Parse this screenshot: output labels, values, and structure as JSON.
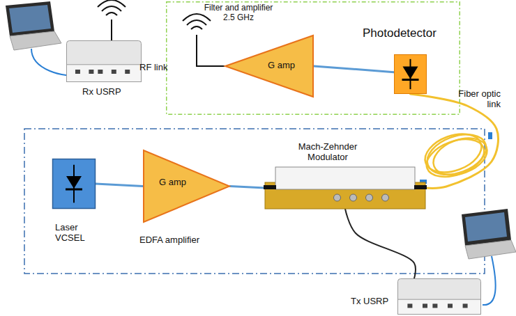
{
  "diagram": {
    "nodes": [
      {
        "text": [
          "Rx USRP"
        ]
      },
      {
        "text": [
          "Filter and amplifier 2.5 GHz"
        ]
      },
      {
        "text": [
          "G amp"
        ],
        "in": 1
      },
      {
        "text": [
          "Photodetector"
        ],
        "in": 1
      },
      {
        "text": [
          "Laser VCSEL"
        ]
      },
      {
        "text": [
          "G amp",
          "EDFA amplifier"
        ]
      },
      {
        "text": [
          "Mach-Zehnder Modulator"
        ]
      },
      {
        "text": [
          "Tx USRP"
        ]
      }
    ],
    "edges": [
      {
        "from": 3,
        "to": 2,
        "arrow": "none"
      },
      {
        "from": 6,
        "to": 3,
        "label": "Fiber optic link",
        "arrow": "none"
      },
      {
        "from": 4,
        "to": 5,
        "arrow": "none"
      },
      {
        "from": 5,
        "to": 6,
        "arrow": "none"
      },
      {
        "from": 7,
        "to": 6,
        "arrow": "none"
      }
    ],
    "labels": [
      "RF link"
    ]
  }
}
